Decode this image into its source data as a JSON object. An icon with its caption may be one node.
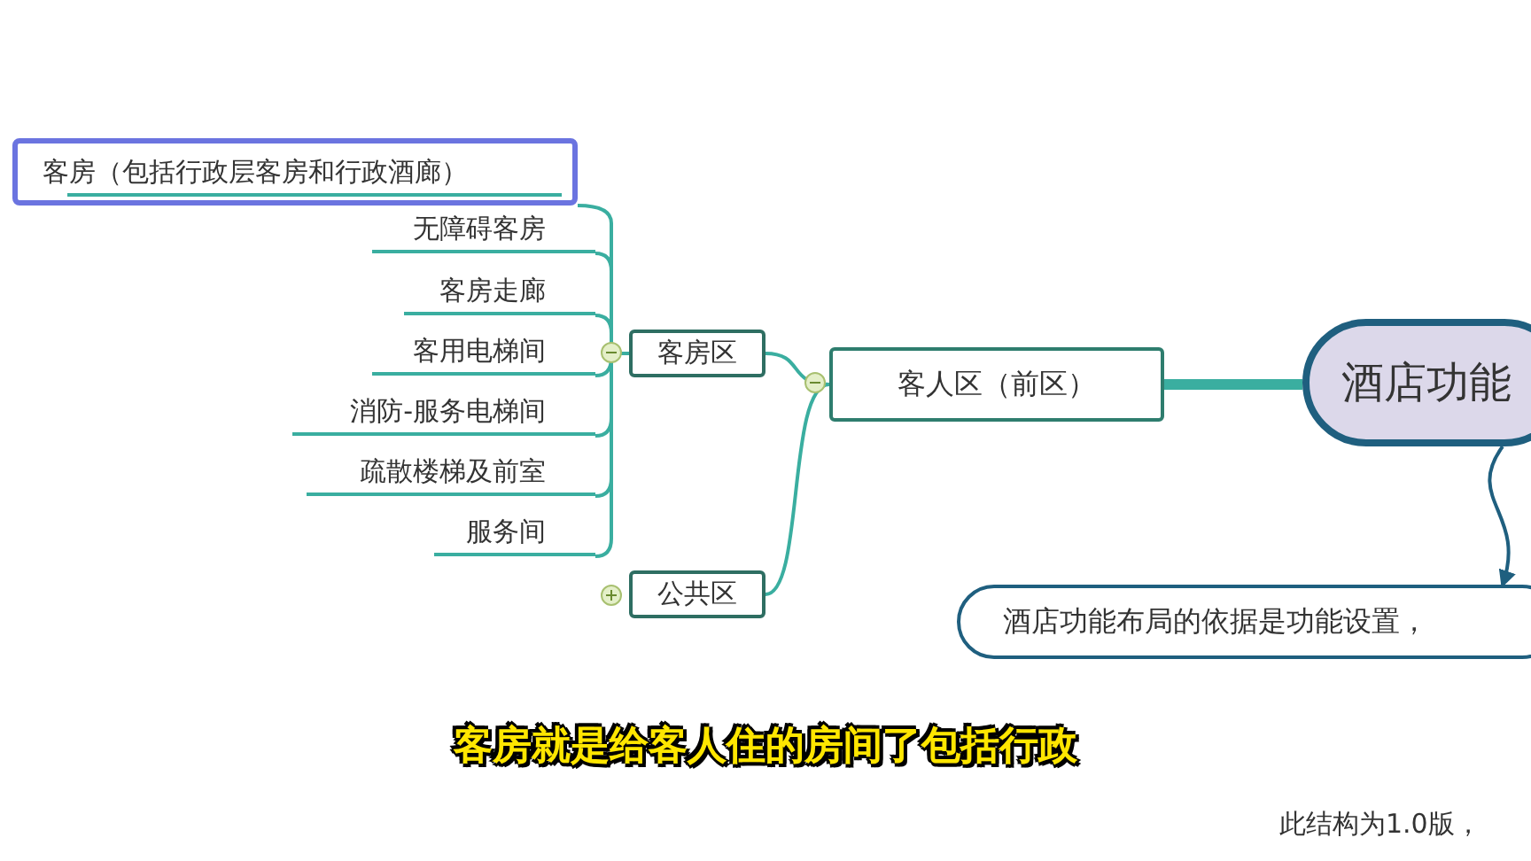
{
  "diagram": {
    "nodes": [
      {
        "text": [
          "酒店功能"
        ]
      },
      {
        "text": [
          "客人区（前区）"
        ]
      },
      {
        "text": [
          "客房区"
        ]
      },
      {
        "text": [
          "客房（包括行政层客房和行政酒廊）"
        ]
      },
      {
        "text": [
          "无障碍客房"
        ]
      },
      {
        "text": [
          "客房走廊"
        ]
      },
      {
        "text": [
          "客用电梯间"
        ]
      },
      {
        "text": [
          "消防-服务电梯间"
        ]
      },
      {
        "text": [
          "疏散楼梯及前室"
        ]
      },
      {
        "text": [
          "服务间"
        ]
      },
      {
        "text": [
          "公共区"
        ]
      },
      {
        "text": [
          "酒店功能布局的依据是功能设置，"
        ]
      }
    ],
    "edges": [
      {
        "from": 0,
        "to": 1,
        "arrow": "none",
        "style": "thick"
      },
      {
        "from": 1,
        "to": 2,
        "arrow": "none"
      },
      {
        "from": 1,
        "to": 10,
        "arrow": "none"
      },
      {
        "from": 2,
        "to": 3,
        "arrow": "none"
      },
      {
        "from": 2,
        "to": 4,
        "arrow": "none"
      },
      {
        "from": 2,
        "to": 5,
        "arrow": "none"
      },
      {
        "from": 2,
        "to": 6,
        "arrow": "none"
      },
      {
        "from": 2,
        "to": 7,
        "arrow": "none"
      },
      {
        "from": 2,
        "to": 8,
        "arrow": "none"
      },
      {
        "from": 2,
        "to": 9,
        "arrow": "none"
      },
      {
        "from": 0,
        "to": 11,
        "arrow": "to",
        "color": "#1f5f7f"
      }
    ],
    "labels": [
      "客房就是给客人住的房间了包括行政",
      "此结构为1.0版，"
    ]
  }
}
